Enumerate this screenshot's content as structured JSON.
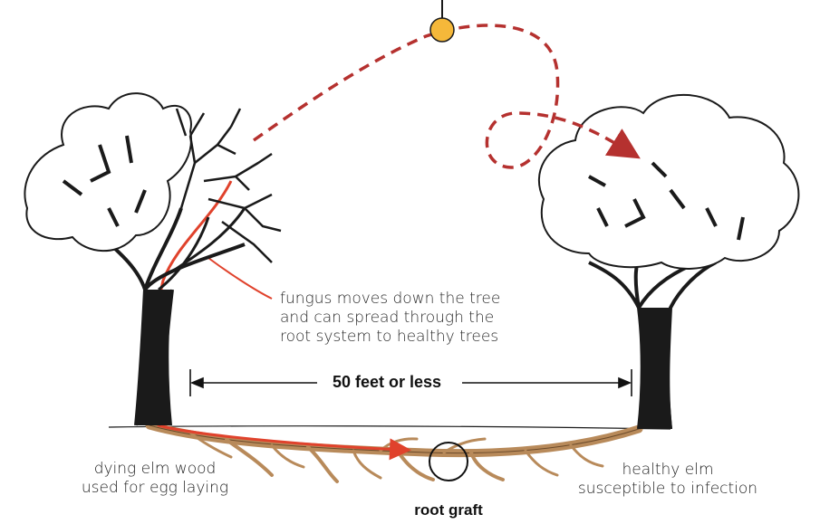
{
  "labels": {
    "fungus_line1": "fungus moves down the tree",
    "fungus_line2": "and can spread through the",
    "fungus_line3": "root system to healthy trees",
    "distance": "50 feet or less",
    "dying_line1": "dying elm wood",
    "dying_line2": "used for egg laying",
    "healthy_line1": "healthy elm",
    "healthy_line2": "susceptible to infection",
    "root_graft": "root graft"
  },
  "colors": {
    "flight_path": "#b5312f",
    "fungus_path": "#e0422c",
    "root": "#b88a5a",
    "beetle": "#f5b83a",
    "outline": "#1a1a1a"
  }
}
